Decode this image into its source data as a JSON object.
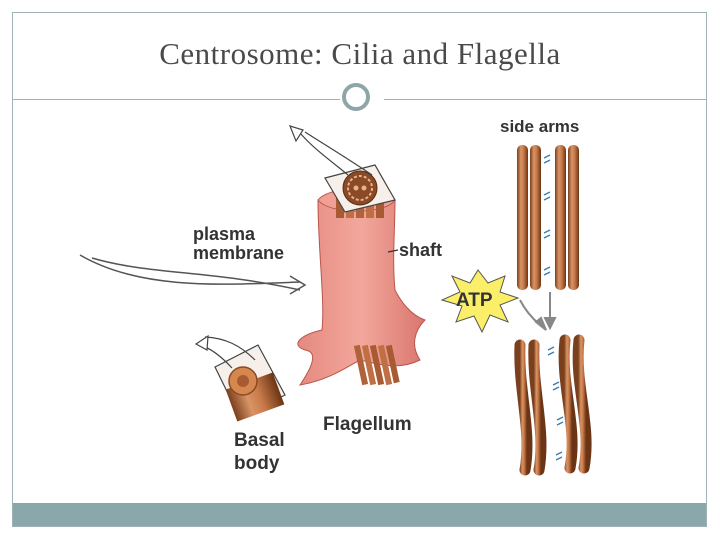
{
  "slide": {
    "title": "Centrosome:  Cilia and Flagella",
    "accent_color": "#8aa8ac"
  },
  "diagram": {
    "labels": {
      "side_arms": "side arms",
      "plasma": "plasma",
      "membrane": "membrane",
      "shaft": "shaft",
      "atp": "ATP",
      "flagellum": "Flagellum",
      "basal": "Basal",
      "body": "body"
    }
  }
}
